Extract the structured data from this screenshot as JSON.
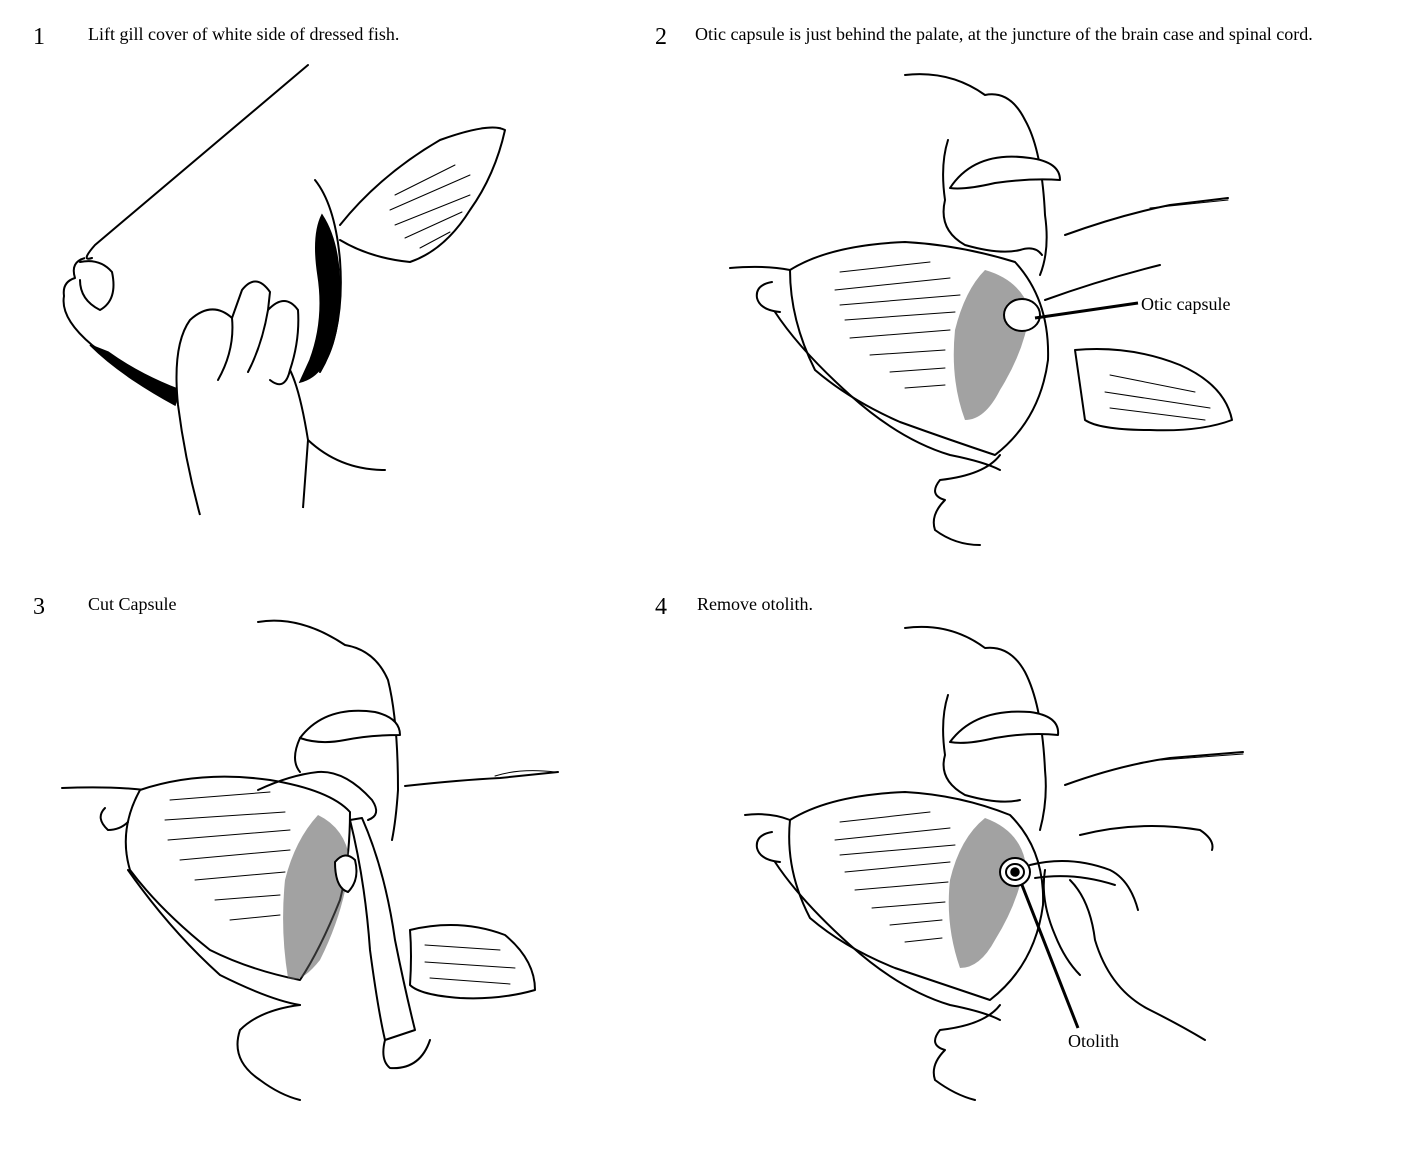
{
  "steps": [
    {
      "number": "1",
      "caption": "Lift gill cover of white side of dressed fish."
    },
    {
      "number": "2",
      "caption": "Otic capsule is just behind the palate, at the juncture of the brain case and spinal cord.",
      "callout": "Otic capsule"
    },
    {
      "number": "3",
      "caption": "Cut Capsule"
    },
    {
      "number": "4",
      "caption": "Remove otolith.",
      "callout": "Otolith"
    }
  ]
}
